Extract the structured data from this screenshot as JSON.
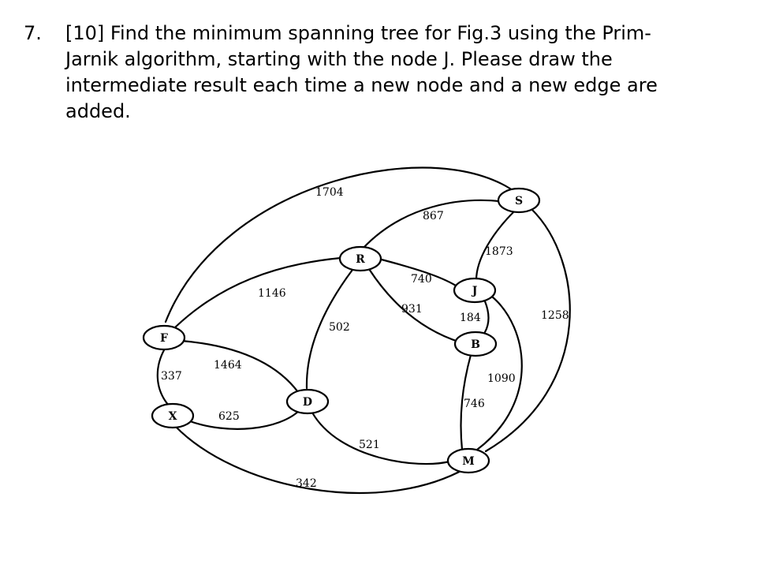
{
  "question": {
    "number": "7.",
    "lines": [
      "[10] Find the minimum spanning tree for Fig.3 using the Prim-",
      "Jarnik algorithm, starting with the node J. Please draw the",
      "intermediate result each time a new node and a new edge are",
      "added."
    ]
  },
  "graph": {
    "nodes": [
      {
        "id": "S",
        "label": "S"
      },
      {
        "id": "R",
        "label": "R"
      },
      {
        "id": "J",
        "label": "J"
      },
      {
        "id": "B",
        "label": "B"
      },
      {
        "id": "F",
        "label": "F"
      },
      {
        "id": "X",
        "label": "X"
      },
      {
        "id": "D",
        "label": "D"
      },
      {
        "id": "M",
        "label": "M"
      }
    ],
    "edges": [
      {
        "from": "F",
        "to": "S",
        "weight": "1704"
      },
      {
        "from": "R",
        "to": "S",
        "weight": "867"
      },
      {
        "from": "S",
        "to": "J",
        "weight": "1873"
      },
      {
        "from": "S",
        "to": "M",
        "weight": "1258"
      },
      {
        "from": "R",
        "to": "J",
        "weight": "740"
      },
      {
        "from": "R",
        "to": "B",
        "weight": "931"
      },
      {
        "from": "F",
        "to": "R",
        "weight": "1146"
      },
      {
        "from": "R",
        "to": "D",
        "weight": "502"
      },
      {
        "from": "J",
        "to": "B",
        "weight": "184"
      },
      {
        "from": "J",
        "to": "M",
        "weight": "1090"
      },
      {
        "from": "B",
        "to": "M",
        "weight": "746"
      },
      {
        "from": "F",
        "to": "D",
        "weight": "1464"
      },
      {
        "from": "F",
        "to": "X",
        "weight": "337"
      },
      {
        "from": "X",
        "to": "D",
        "weight": "625"
      },
      {
        "from": "D",
        "to": "M",
        "weight": "521"
      },
      {
        "from": "X",
        "to": "M",
        "weight": "342"
      }
    ]
  }
}
